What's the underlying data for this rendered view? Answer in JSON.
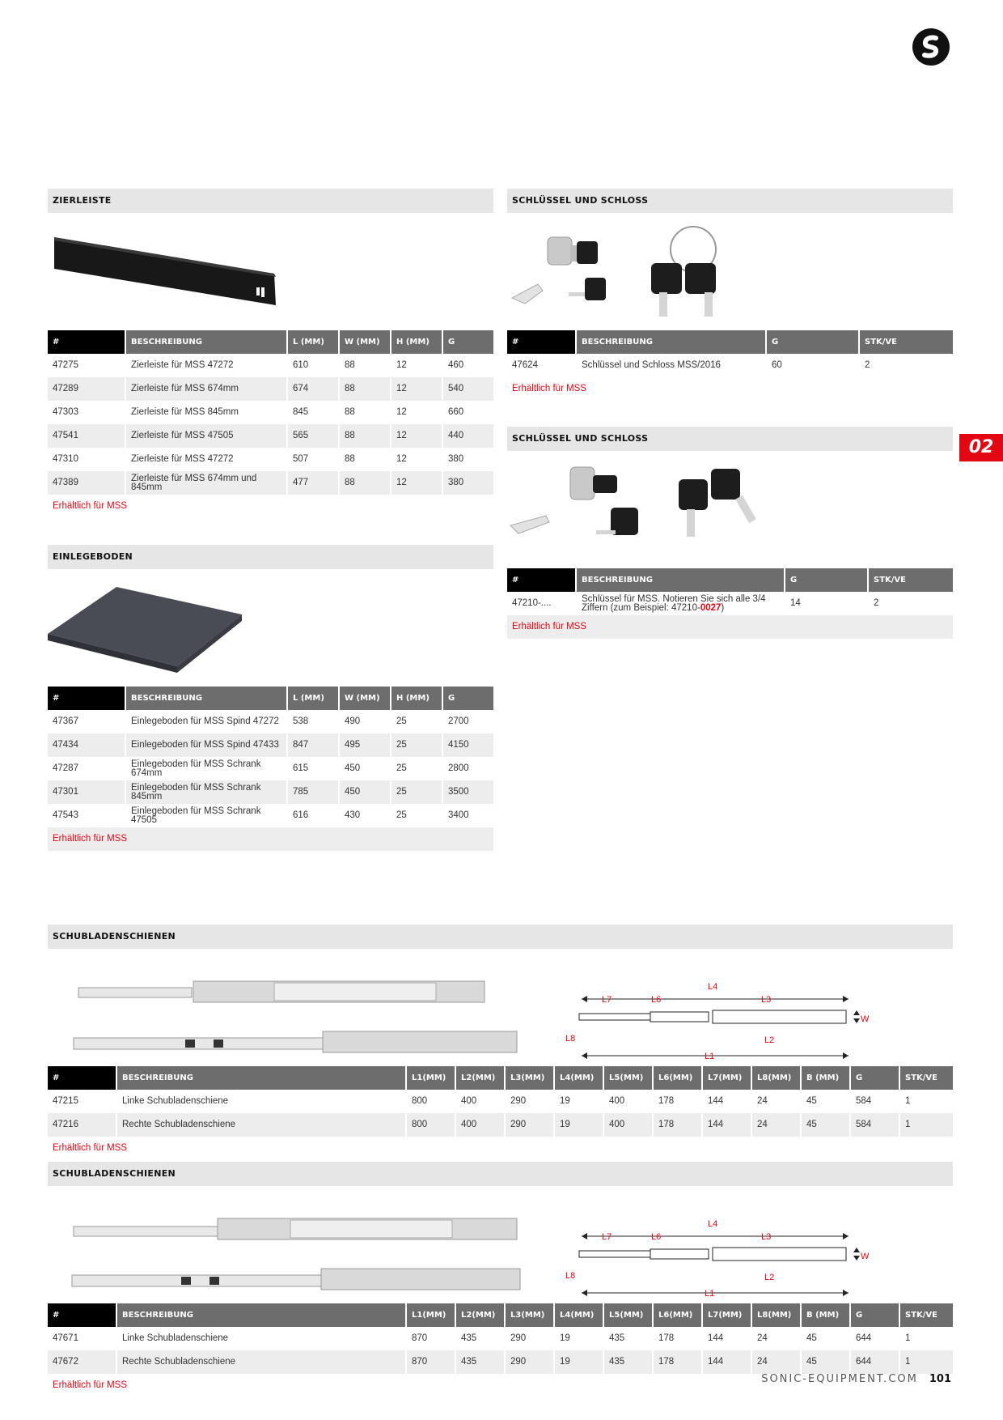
{
  "page": {
    "website": "SONIC-EQUIPMENT.COM",
    "page_number": "101",
    "chapter": "02"
  },
  "footnote": "Erhältlich für MSS",
  "zierleiste": {
    "title": "ZIERLEISTE",
    "columns": [
      "#",
      "BESCHREIBUNG",
      "L (MM)",
      "W (MM)",
      "H (MM)",
      "G"
    ],
    "rows": [
      [
        "47275",
        "Zierleiste für MSS 47272",
        "610",
        "88",
        "12",
        "460"
      ],
      [
        "47289",
        "Zierleiste für MSS 674mm",
        "674",
        "88",
        "12",
        "540"
      ],
      [
        "47303",
        "Zierleiste für MSS 845mm",
        "845",
        "88",
        "12",
        "660"
      ],
      [
        "47541",
        "Zierleiste für MSS 47505",
        "565",
        "88",
        "12",
        "440"
      ],
      [
        "47310",
        "Zierleiste für MSS 47272",
        "507",
        "88",
        "12",
        "380"
      ],
      [
        "47389",
        "Zierleiste für MSS 674mm und 845mm",
        "477",
        "88",
        "12",
        "380"
      ]
    ]
  },
  "einlegeboden": {
    "title": "EINLEGEBODEN",
    "columns": [
      "#",
      "BESCHREIBUNG",
      "L (MM)",
      "W (MM)",
      "H (MM)",
      "G"
    ],
    "rows": [
      [
        "47367",
        "Einlegeboden für MSS Spind 47272",
        "538",
        "490",
        "25",
        "2700"
      ],
      [
        "47434",
        "Einlegeboden für MSS Spind 47433",
        "847",
        "495",
        "25",
        "4150"
      ],
      [
        "47287",
        "Einlegeboden für MSS Schrank 674mm",
        "615",
        "450",
        "25",
        "2800"
      ],
      [
        "47301",
        "Einlegeboden für MSS Schrank 845mm",
        "785",
        "450",
        "25",
        "3500"
      ],
      [
        "47543",
        "Einlegeboden für MSS Schrank 47505",
        "616",
        "430",
        "25",
        "3400"
      ]
    ]
  },
  "schloss1": {
    "title": "SCHLÜSSEL UND SCHLOSS",
    "columns": [
      "#",
      "BESCHREIBUNG",
      "G",
      "STK/VE"
    ],
    "rows": [
      [
        "47624",
        "Schlüssel und Schloss MSS/2016",
        "60",
        "2"
      ]
    ]
  },
  "schloss2": {
    "title": "SCHLÜSSEL UND SCHLOSS",
    "columns": [
      "#",
      "BESCHREIBUNG",
      "G",
      "STK/VE"
    ],
    "row": {
      "id": "47210-....",
      "desc_before": "Schlüssel für MSS. Notieren Sie sich alle 3/4 Ziffern (zum Beispiel: 47210-",
      "desc_highlight": "0027",
      "desc_after": ")",
      "g": "14",
      "stk": "2"
    }
  },
  "schienen1": {
    "title": "SCHUBLADENSCHIENEN",
    "columns": [
      "#",
      "BESCHREIBUNG",
      "L1(MM)",
      "L2(MM)",
      "L3(MM)",
      "L4(MM)",
      "L5(MM)",
      "L6(MM)",
      "L7(MM)",
      "L8(MM)",
      "B (MM)",
      "G",
      "STK/VE"
    ],
    "rows": [
      [
        "47215",
        "Linke Schubladenschiene",
        "800",
        "400",
        "290",
        "19",
        "400",
        "178",
        "144",
        "24",
        "45",
        "584",
        "1"
      ],
      [
        "47216",
        "Rechte Schubladenschiene",
        "800",
        "400",
        "290",
        "19",
        "400",
        "178",
        "144",
        "24",
        "45",
        "584",
        "1"
      ]
    ]
  },
  "schienen2": {
    "title": "SCHUBLADENSCHIENEN",
    "columns": [
      "#",
      "BESCHREIBUNG",
      "L1(MM)",
      "L2(MM)",
      "L3(MM)",
      "L4(MM)",
      "L5(MM)",
      "L6(MM)",
      "L7(MM)",
      "L8(MM)",
      "B (MM)",
      "G",
      "STK/VE"
    ],
    "rows": [
      [
        "47671",
        "Linke Schubladenschiene",
        "870",
        "435",
        "290",
        "19",
        "435",
        "178",
        "144",
        "24",
        "45",
        "644",
        "1"
      ],
      [
        "47672",
        "Rechte Schubladenschiene",
        "870",
        "435",
        "290",
        "19",
        "435",
        "178",
        "144",
        "24",
        "45",
        "644",
        "1"
      ]
    ]
  },
  "diagram_labels": {
    "l1": "L1",
    "l2": "L2",
    "l3": "L3",
    "l4": "L4",
    "l6": "L6",
    "l7": "L7",
    "l8": "L8",
    "w": "W"
  }
}
